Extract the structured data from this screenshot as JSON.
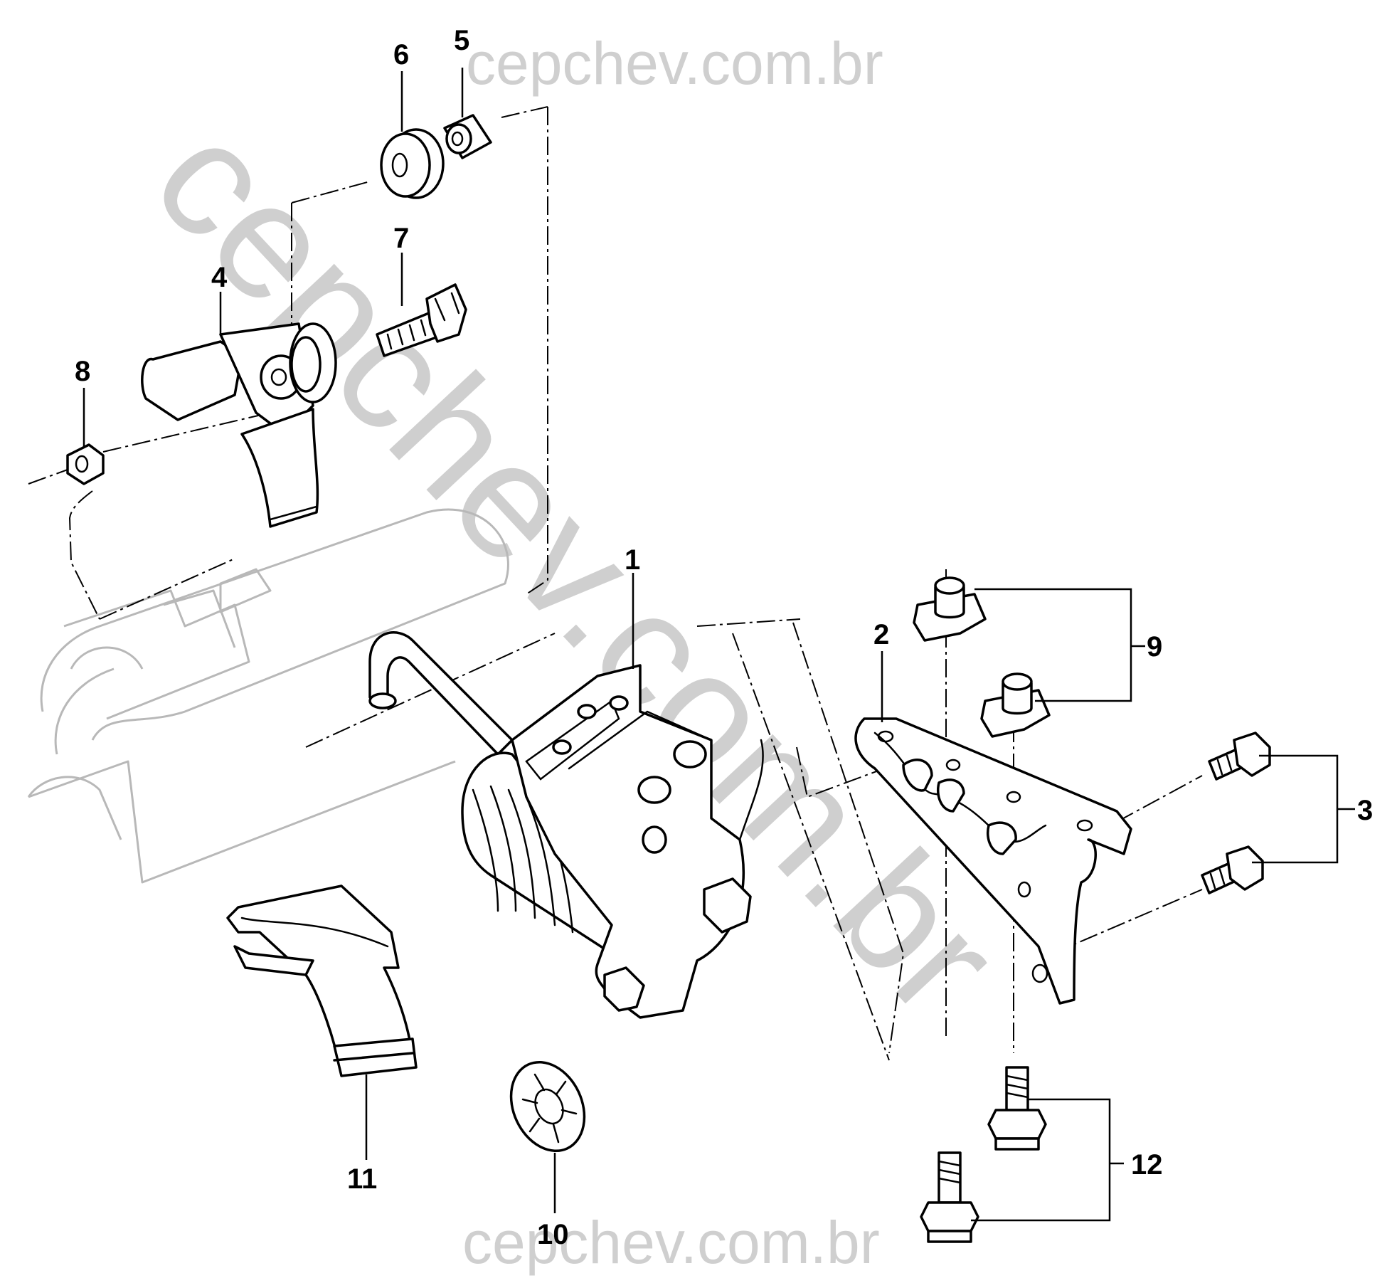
{
  "diagram": {
    "type": "exploded-parts-diagram",
    "watermarks": {
      "top": "cepchev.com.br",
      "diagonal": "cepchev.com.br",
      "bottom": "cepchev.com.br"
    },
    "callouts": [
      {
        "id": "1",
        "label": "1"
      },
      {
        "id": "2",
        "label": "2"
      },
      {
        "id": "3",
        "label": "3"
      },
      {
        "id": "4",
        "label": "4"
      },
      {
        "id": "5",
        "label": "5"
      },
      {
        "id": "6",
        "label": "6"
      },
      {
        "id": "7",
        "label": "7"
      },
      {
        "id": "8",
        "label": "8"
      },
      {
        "id": "9",
        "label": "9"
      },
      {
        "id": "10",
        "label": "10"
      },
      {
        "id": "11",
        "label": "11"
      },
      {
        "id": "12",
        "label": "12"
      }
    ]
  }
}
